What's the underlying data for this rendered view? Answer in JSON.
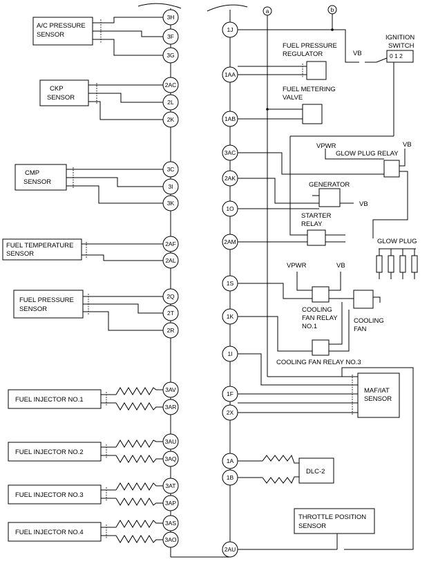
{
  "components": {
    "ac_pressure_sensor": [
      "A/C PRESSURE",
      "SENSOR"
    ],
    "ckp_sensor": [
      "CKP",
      "SENSOR"
    ],
    "cmp_sensor": [
      "CMP",
      "SENSOR"
    ],
    "fuel_temperature_sensor": [
      "FUEL TEMPERATURE",
      "SENSOR"
    ],
    "fuel_pressure_sensor": [
      "FUEL PRESSURE",
      "SENSOR"
    ],
    "fuel_injector_1": "FUEL INJECTOR NO.1",
    "fuel_injector_2": "FUEL INJECTOR NO.2",
    "fuel_injector_3": "FUEL INJECTOR NO.3",
    "fuel_injector_4": "FUEL INJECTOR NO.4",
    "fuel_pressure_regulator": [
      "FUEL PRESSURE",
      "REGULATOR"
    ],
    "fuel_metering_valve": [
      "FUEL METERING",
      "VALVE"
    ],
    "ignition_switch": [
      "IGNITION",
      "SWITCH"
    ],
    "ignition_switch_positions": "0 1 2",
    "glow_plug_relay": "GLOW PLUG RELAY",
    "generator": "GENERATOR",
    "starter_relay": [
      "STARTER",
      "RELAY"
    ],
    "glow_plug": "GLOW PLUG",
    "cooling_fan_relay_1": [
      "COOLING",
      "FAN RELAY",
      "NO.1"
    ],
    "cooling_fan": [
      "COOLING",
      "FAN"
    ],
    "cooling_fan_relay_3": "COOLING FAN RELAY NO.3",
    "maf_iat_sensor": [
      "MAF/IAT",
      "SENSOR"
    ],
    "dlc2": "DLC-2",
    "throttle_position_sensor": [
      "THROTTLE POSITION",
      "SENSOR"
    ]
  },
  "supply_labels": {
    "vb": "VB",
    "vpwr": "VPWR"
  },
  "junction_labels": {
    "a": "a",
    "b": "b"
  },
  "pins_left": [
    "3H",
    "3F",
    "3G",
    "2AC",
    "2L",
    "2K",
    "3C",
    "3I",
    "3K",
    "2AF",
    "2AL",
    "2Q",
    "2T",
    "2R",
    "3AV",
    "3AR",
    "3AU",
    "3AQ",
    "3AT",
    "3AP",
    "3AS",
    "3AO"
  ],
  "pins_right": [
    "1J",
    "1AA",
    "1AB",
    "3AC",
    "2AK",
    "1O",
    "2AM",
    "1S",
    "1K",
    "1I",
    "1F",
    "2X",
    "1A",
    "1B",
    "2AU"
  ]
}
